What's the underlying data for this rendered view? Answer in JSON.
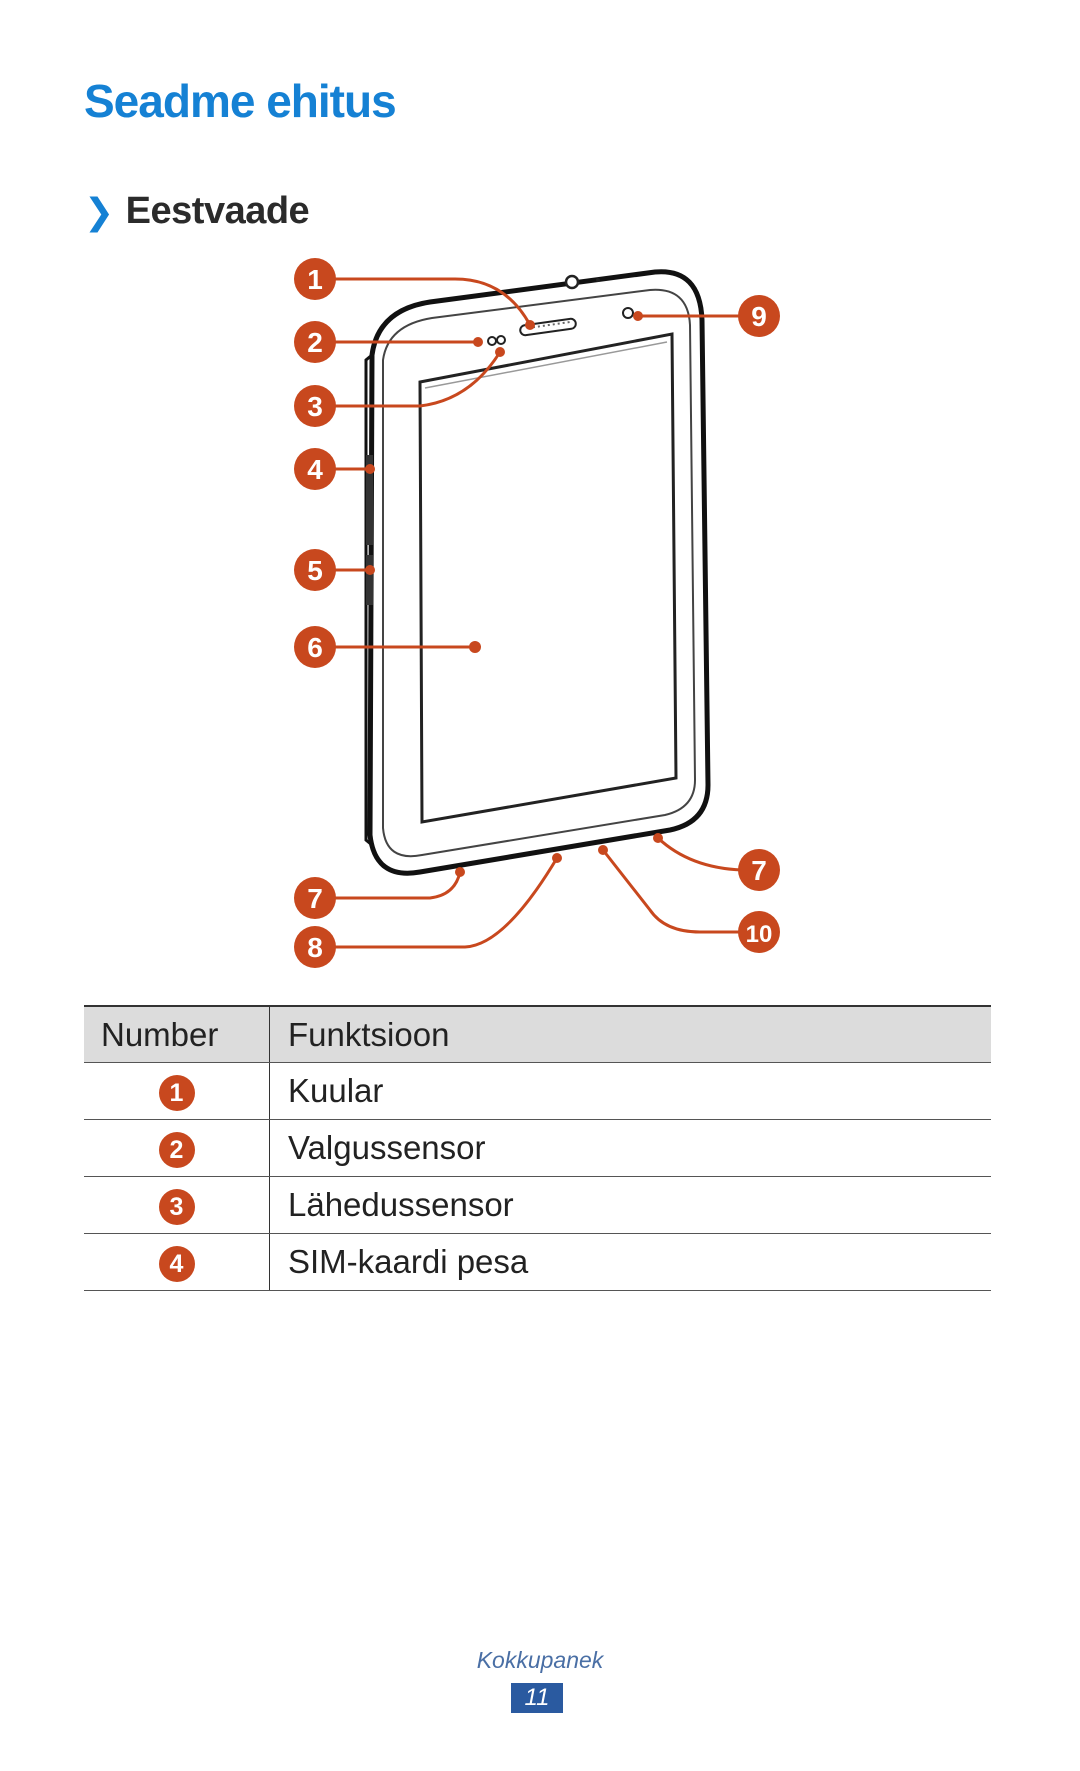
{
  "page": {
    "title": "Seadme ehitus",
    "subtitle_chevron": "❯",
    "subtitle": "Eestvaade"
  },
  "diagram": {
    "callouts": [
      "1",
      "2",
      "3",
      "4",
      "5",
      "6",
      "7",
      "8",
      "9",
      "7",
      "10"
    ],
    "accent_color": "#c8481e"
  },
  "table": {
    "headers": [
      "Number",
      "Funktsioon"
    ],
    "rows": [
      {
        "num": "1",
        "label": "Kuular"
      },
      {
        "num": "2",
        "label": "Valgussensor"
      },
      {
        "num": "3",
        "label": "Lähedussensor"
      },
      {
        "num": "4",
        "label": "SIM-kaardi pesa"
      }
    ]
  },
  "footer": {
    "section": "Kokkupanek",
    "page_number": "11"
  },
  "colors": {
    "title_blue": "#1581d4",
    "callout": "#c8481e",
    "page_badge": "#2a5aa0"
  }
}
